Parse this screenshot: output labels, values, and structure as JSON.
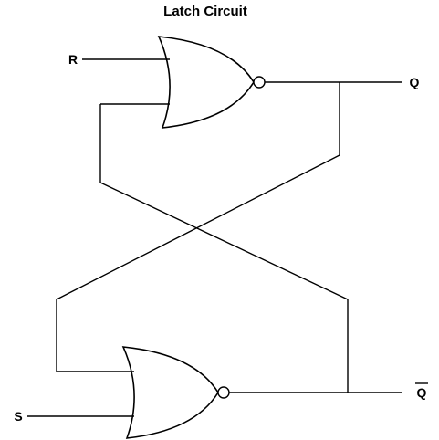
{
  "diagram": {
    "title": "Latch Circuit",
    "labels": {
      "r": "R",
      "s": "S",
      "q": "Q",
      "q_bar": "Q"
    },
    "q_bar_overline": true,
    "gates": [
      {
        "type": "NOR",
        "inputs": [
          "R",
          "Q̄ feedback"
        ],
        "output": "Q"
      },
      {
        "type": "NOR",
        "inputs": [
          "Q feedback",
          "S"
        ],
        "output": "Q̄"
      }
    ]
  }
}
